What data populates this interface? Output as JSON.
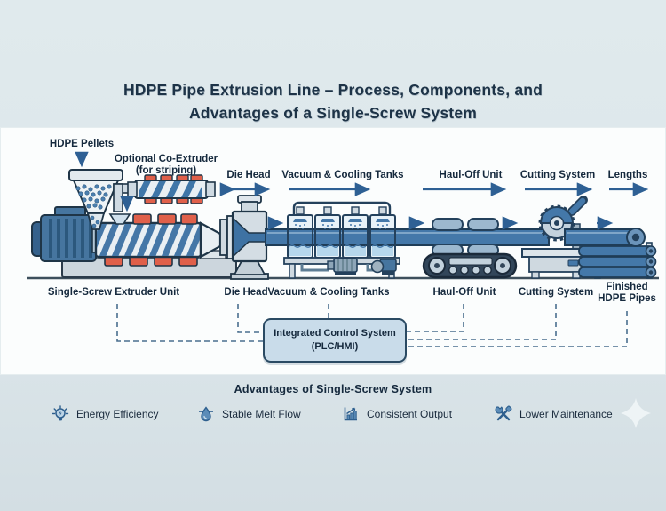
{
  "title": {
    "line1": "HDPE Pipe Extrusion Line – Process, Components, and",
    "line2": "Advantages of a Single-Screw System"
  },
  "process_labels": {
    "hdpe_pellets": "HDPE Pellets",
    "co_extruder_line1": "Optional Co-Extruder",
    "co_extruder_line2": "(for striping)",
    "die_head": "Die Head",
    "vacuum_cooling": "Vacuum & Cooling Tanks",
    "haul_off": "Haul-Off Unit",
    "cutting": "Cutting System",
    "lengths": "Lengths"
  },
  "component_labels": {
    "extruder": "Single-Screw Extruder Unit",
    "die_head": "Die Head",
    "vacuum_cooling": "Vacuum & Cooling Tanks",
    "haul_off": "Haul-Off Unit",
    "cutting": "Cutting System",
    "finished_line1": "Finished",
    "finished_line2": "HDPE Pipes"
  },
  "control_box": {
    "line1": "Integrated Control System",
    "line2": "(PLC/HMI)"
  },
  "advantages": {
    "heading": "Advantages of Single-Screw System",
    "items": [
      {
        "icon": "lightbulb-icon",
        "label": "Energy Efficiency"
      },
      {
        "icon": "droplet-icon",
        "label": "Stable Melt Flow"
      },
      {
        "icon": "bar-chart-icon",
        "label": "Consistent Output"
      },
      {
        "icon": "tools-icon",
        "label": "Lower Maintenance"
      }
    ]
  },
  "colors": {
    "background": "#dce6ea",
    "panel": "#fbfdfd",
    "machine_blue": "#46759f",
    "pipe_blue": "#4478a9",
    "heater_red": "#e0604a",
    "outline_navy": "#1f3547",
    "arrow_blue": "#2e6094",
    "control_box_fill": "#c9dcea",
    "text_dark": "#15293d"
  }
}
